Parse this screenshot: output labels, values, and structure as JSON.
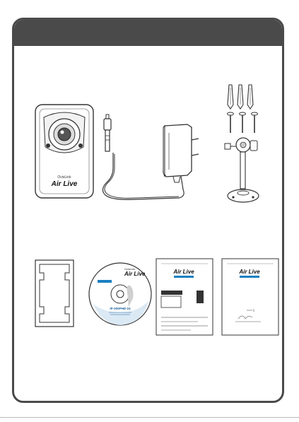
{
  "header": {
    "title": ""
  },
  "brand": {
    "small": "OvisLink",
    "name": "Air Live",
    "cd_label": "IP-200PHD-24"
  },
  "manual": {
    "brand": "Air Live"
  },
  "colors": {
    "frame": "#4a4a4a",
    "line": "#333333",
    "cd_blue": "#1a7fc1"
  }
}
